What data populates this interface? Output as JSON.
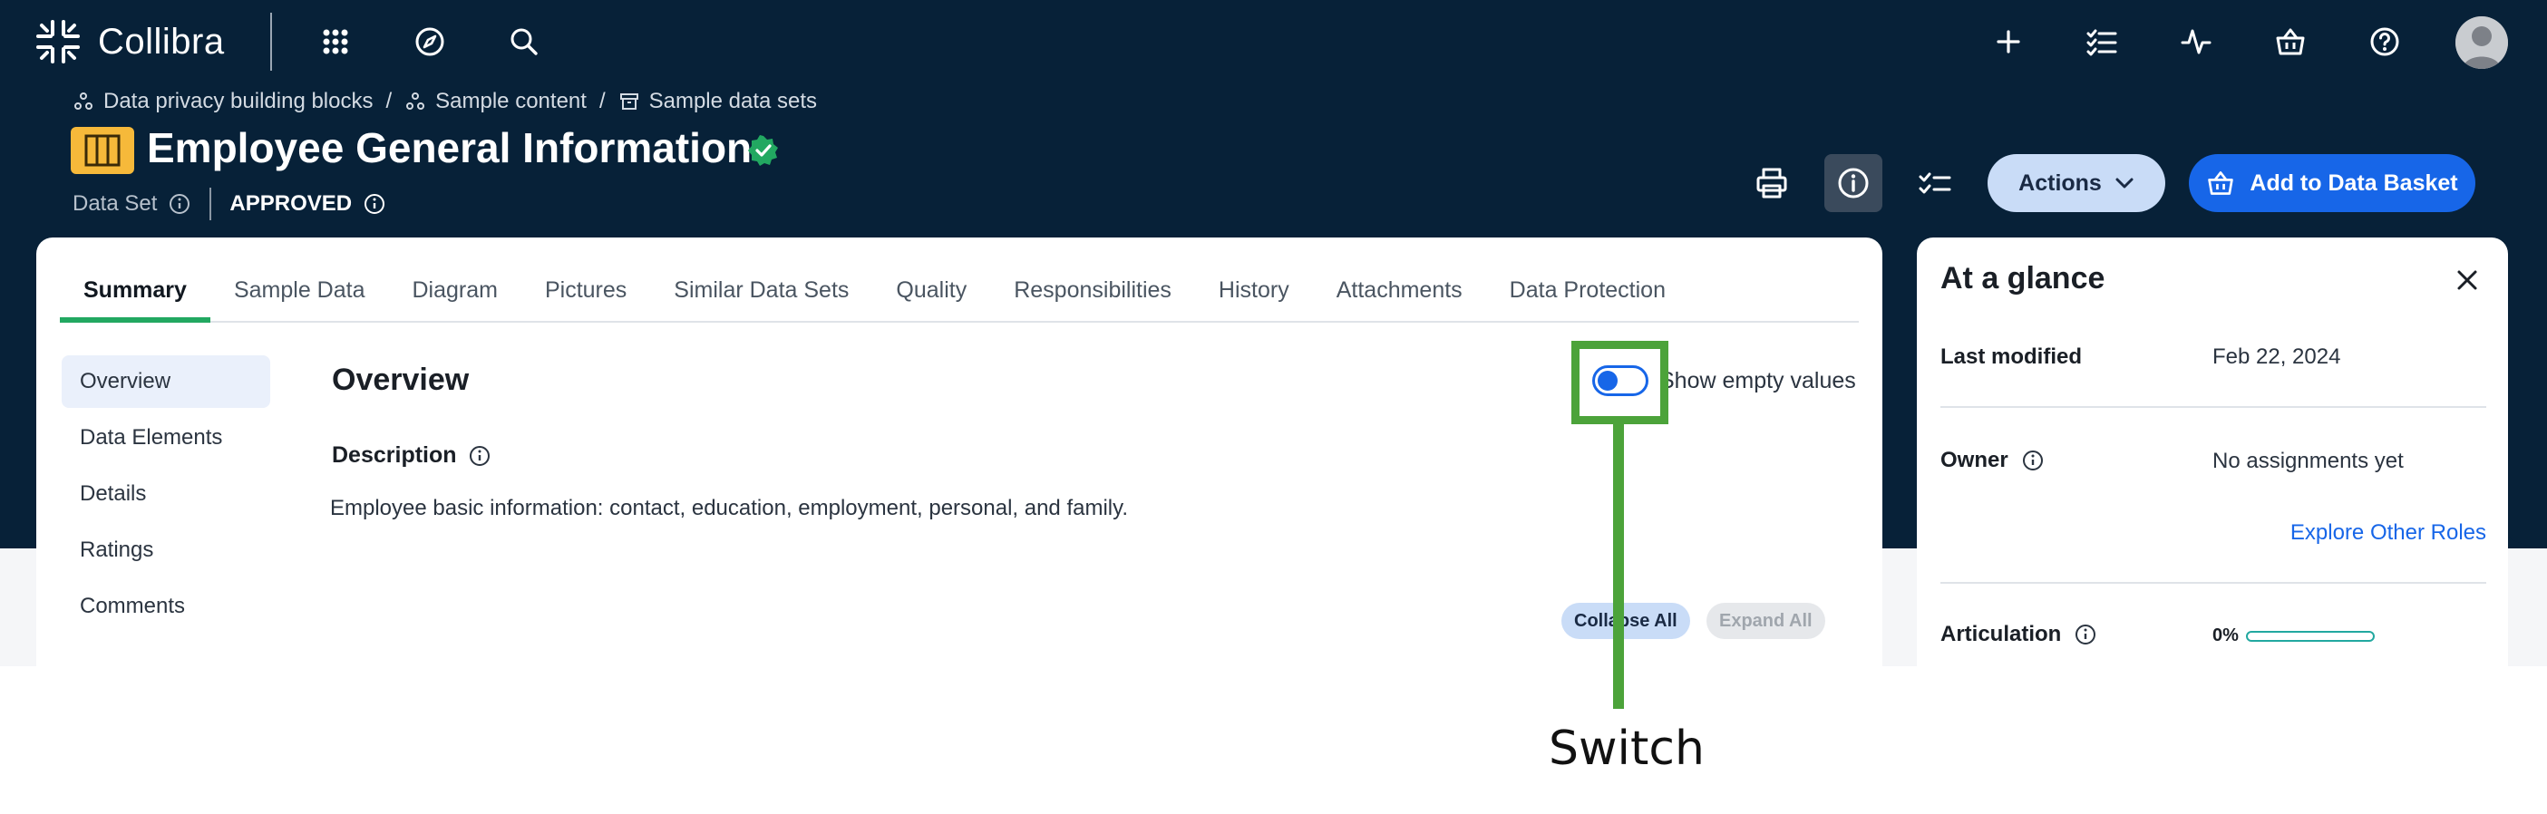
{
  "app": {
    "name": "Collibra"
  },
  "breadcrumb": [
    {
      "label": "Data privacy building blocks",
      "icon": "community-icon"
    },
    {
      "label": "Sample content",
      "icon": "community-icon"
    },
    {
      "label": "Sample data sets",
      "icon": "domain-icon"
    }
  ],
  "breadcrumb_separator": "/",
  "asset": {
    "title": "Employee General Information",
    "type": "Data Set",
    "status": "APPROVED",
    "icon": "data-set-icon"
  },
  "header_actions": {
    "actions_label": "Actions",
    "basket_label": "Add to Data Basket"
  },
  "tabs": [
    {
      "label": "Summary",
      "active": true
    },
    {
      "label": "Sample Data"
    },
    {
      "label": "Diagram"
    },
    {
      "label": "Pictures"
    },
    {
      "label": "Similar Data Sets"
    },
    {
      "label": "Quality"
    },
    {
      "label": "Responsibilities"
    },
    {
      "label": "History"
    },
    {
      "label": "Attachments"
    },
    {
      "label": "Data Protection"
    }
  ],
  "sidenav": [
    {
      "label": "Overview",
      "active": true
    },
    {
      "label": "Data Elements"
    },
    {
      "label": "Details"
    },
    {
      "label": "Ratings"
    },
    {
      "label": "Comments"
    }
  ],
  "overview": {
    "title": "Overview",
    "toggle_label": "Show empty values",
    "toggle_on": false,
    "description_label": "Description",
    "description_text": "Employee basic information: contact, education, employment, personal, and family.",
    "collapse_all": "Collapse All",
    "expand_all": "Expand All"
  },
  "at_a_glance": {
    "title": "At a glance",
    "last_modified_label": "Last modified",
    "last_modified_value": "Feb 22, 2024",
    "owner_label": "Owner",
    "owner_value": "No assignments yet",
    "explore_link": "Explore Other Roles",
    "articulation_label": "Articulation",
    "articulation_value": "0%",
    "articulation_fraction": 0
  },
  "annotation": {
    "label": "Switch",
    "color": "#4ca33a"
  },
  "colors": {
    "navy": "#072138",
    "primary_blue": "#1766e8",
    "accent_green": "#22a861",
    "asset_yellow": "#f6b93a"
  }
}
